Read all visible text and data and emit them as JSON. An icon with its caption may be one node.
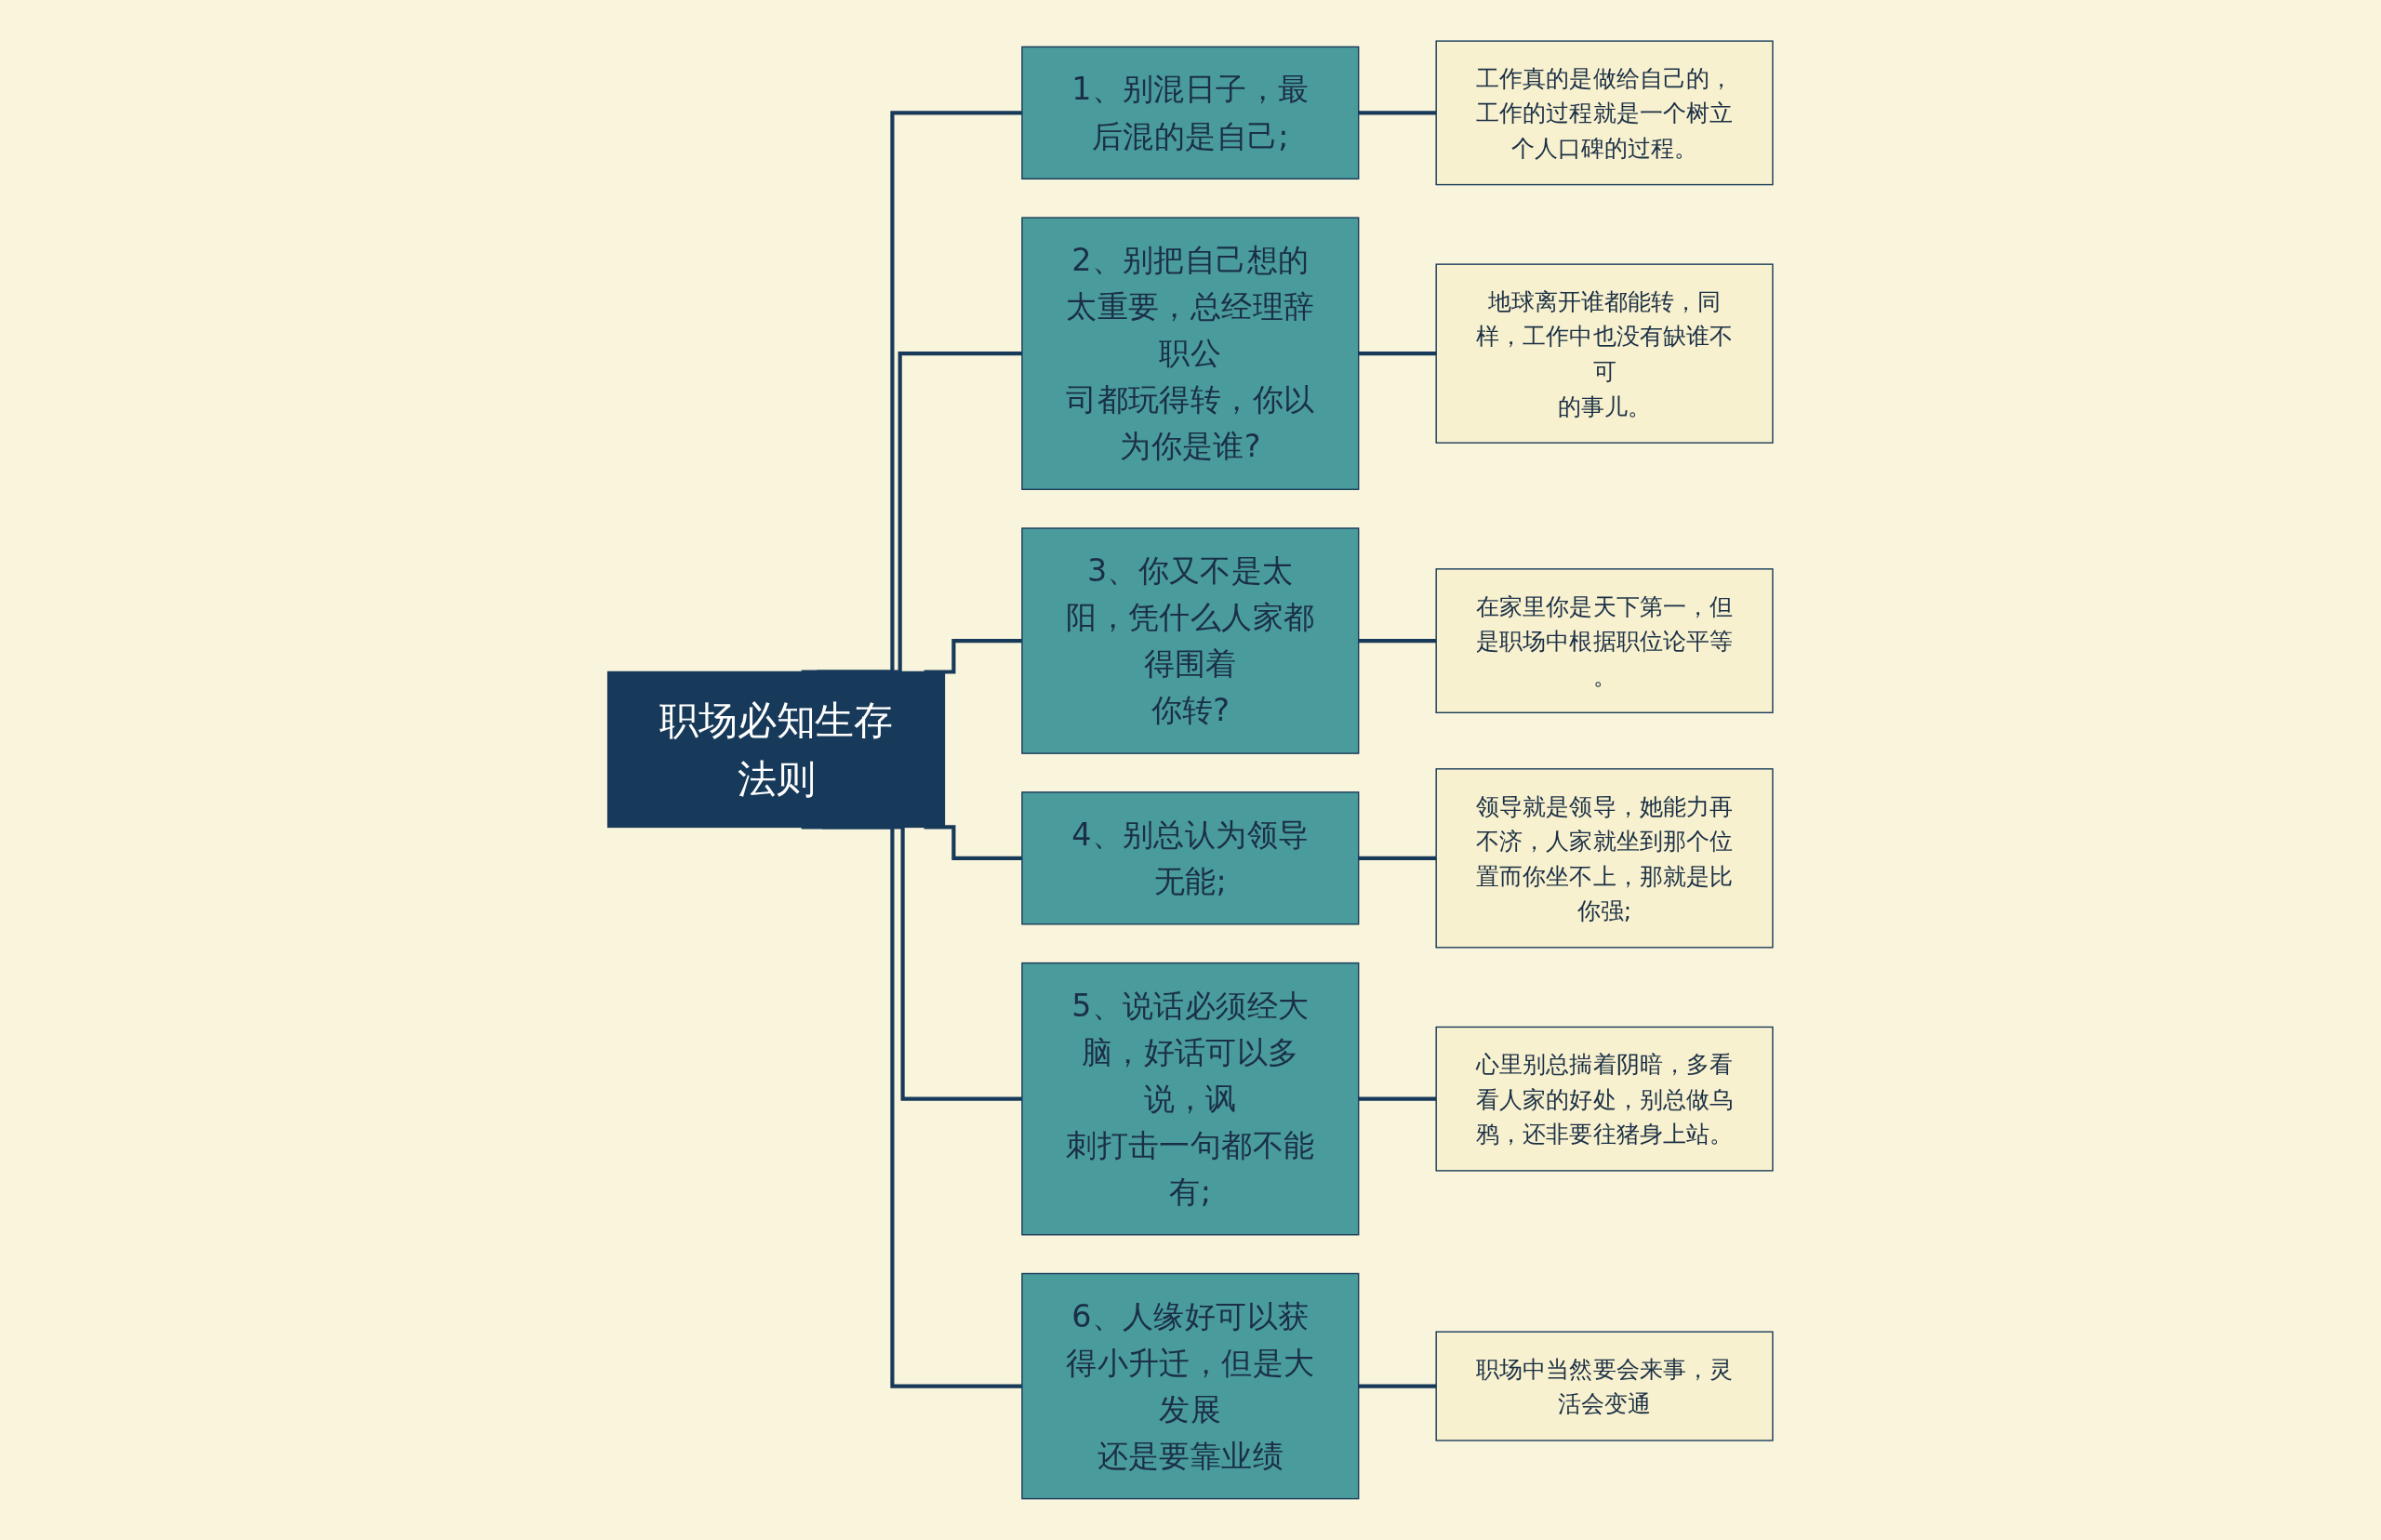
{
  "diagram": {
    "nodes": [
      {
        "text": [
          "职场必知生存法则"
        ]
      },
      {
        "text": [
          "1、别混日子，最后混的是自己;"
        ]
      },
      {
        "text": [
          "工作真的是做给自己的，工作的过程就是一个树立个人口碑的过程。"
        ]
      },
      {
        "text": [
          "2、别把自己想的太重要，总经理辞职公司都玩得转，你以为你是谁?"
        ]
      },
      {
        "text": [
          "地球离开谁都能转，同样，工作中也没有缺谁不可的事儿。"
        ]
      },
      {
        "text": [
          "3、你又不是太阳，凭什么人家都得围着你转?"
        ]
      },
      {
        "text": [
          "在家里你是天下第一，但是职场中根据职位论平等。"
        ]
      },
      {
        "text": [
          "4、别总认为领导无能;"
        ]
      },
      {
        "text": [
          "领导就是领导，她能力再不济，人家就坐到那个位置而你坐不上，那就是比你强;"
        ]
      },
      {
        "text": [
          "5、说话必须经大脑，好话可以多说，讽刺打击一句都不能有;"
        ]
      },
      {
        "text": [
          "心里别总揣着阴暗，多看看人家的好处，别总做乌鸦，还非要往猪身上站。"
        ]
      },
      {
        "text": [
          "6、人缘好可以获得小升迁，但是大发展还是要靠业绩"
        ]
      },
      {
        "text": [
          "职场中当然要会来事，灵活会变通"
        ]
      }
    ],
    "edges": [
      {
        "from": 0,
        "to": 1,
        "arrow": "none"
      },
      {
        "from": 0,
        "to": 3,
        "arrow": "none"
      },
      {
        "from": 0,
        "to": 5,
        "arrow": "none"
      },
      {
        "from": 0,
        "to": 7,
        "arrow": "none"
      },
      {
        "from": 0,
        "to": 9,
        "arrow": "none"
      },
      {
        "from": 0,
        "to": 11,
        "arrow": "none"
      },
      {
        "from": 1,
        "to": 2,
        "arrow": "none"
      },
      {
        "from": 3,
        "to": 4,
        "arrow": "none"
      },
      {
        "from": 5,
        "to": 6,
        "arrow": "none"
      },
      {
        "from": 7,
        "to": 8,
        "arrow": "none"
      },
      {
        "from": 9,
        "to": 10,
        "arrow": "none"
      },
      {
        "from": 11,
        "to": 12,
        "arrow": "none"
      }
    ]
  }
}
